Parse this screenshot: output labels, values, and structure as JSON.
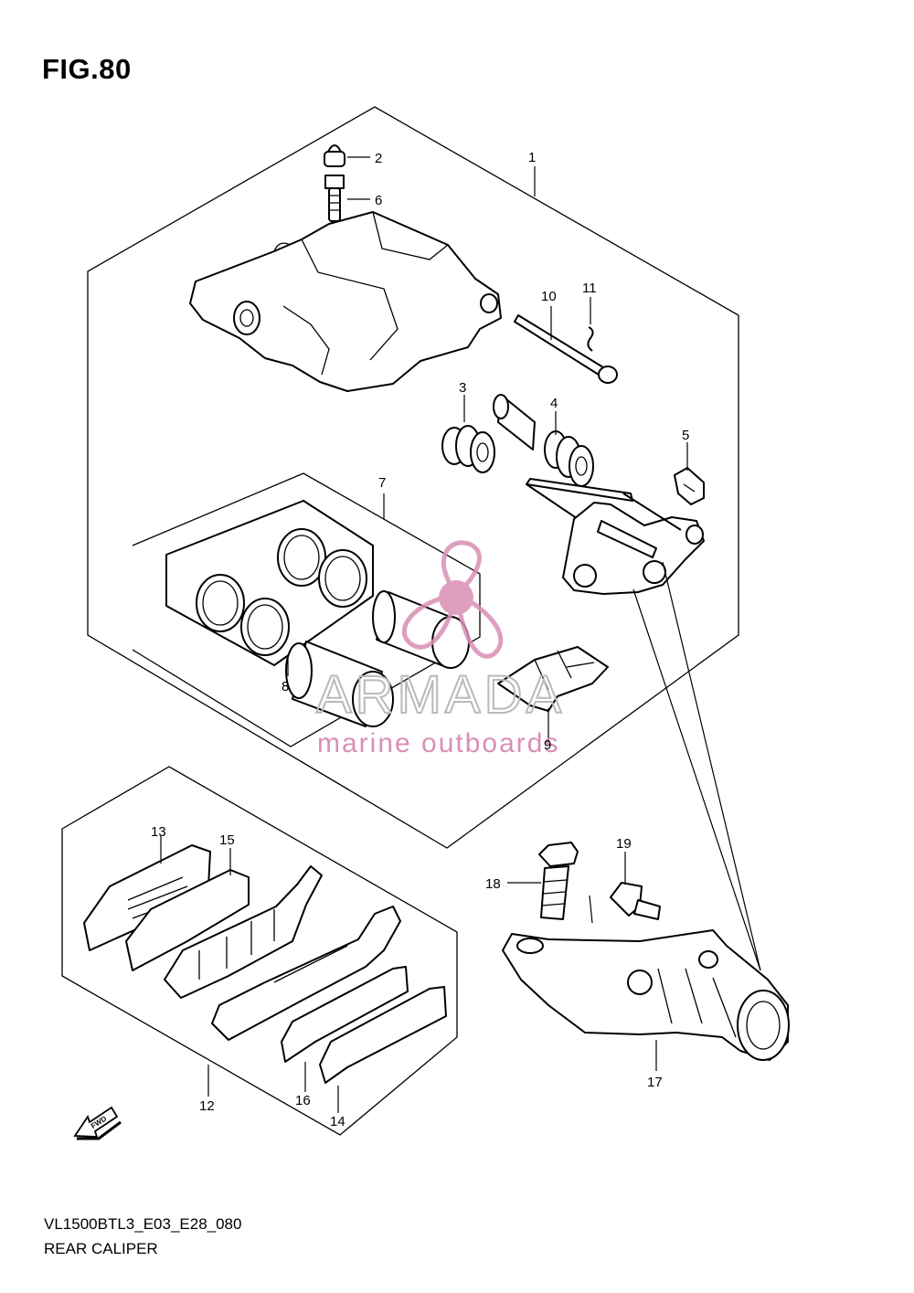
{
  "figure": {
    "title": "FIG.80"
  },
  "callouts": {
    "c1": "1",
    "c2": "2",
    "c3": "3",
    "c4": "4",
    "c5": "5",
    "c6": "6",
    "c7": "7",
    "c8": "8",
    "c9": "9",
    "c10": "10",
    "c11": "11",
    "c12": "12",
    "c13": "13",
    "c14": "14",
    "c15": "15",
    "c16": "16",
    "c17": "17",
    "c18": "18",
    "c19": "19"
  },
  "watermark": {
    "brand": "ARMADA",
    "tagline": "marine outboards"
  },
  "direction_arrow": {
    "label": "FWD"
  },
  "footer": {
    "code": "VL1500BTL3_E03_E28_080",
    "name": "REAR CALIPER"
  },
  "colors": {
    "line": "#000000",
    "watermark_pink": "#d98fb5",
    "watermark_grey": "#b9b9b9"
  }
}
